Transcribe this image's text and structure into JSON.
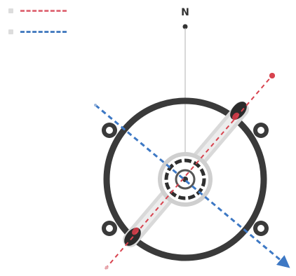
{
  "diagram": {
    "north_label": "N",
    "legend": [
      {
        "icon": "dashed-line-red",
        "color": "#e0707c"
      },
      {
        "icon": "dashed-line-blue",
        "color": "#4a7fc1"
      }
    ],
    "colors": {
      "ring": "#3a3a3a",
      "red_axis": "#d8434f",
      "blue_axis": "#3d78c4",
      "pointer": "#2b2b2b"
    }
  }
}
